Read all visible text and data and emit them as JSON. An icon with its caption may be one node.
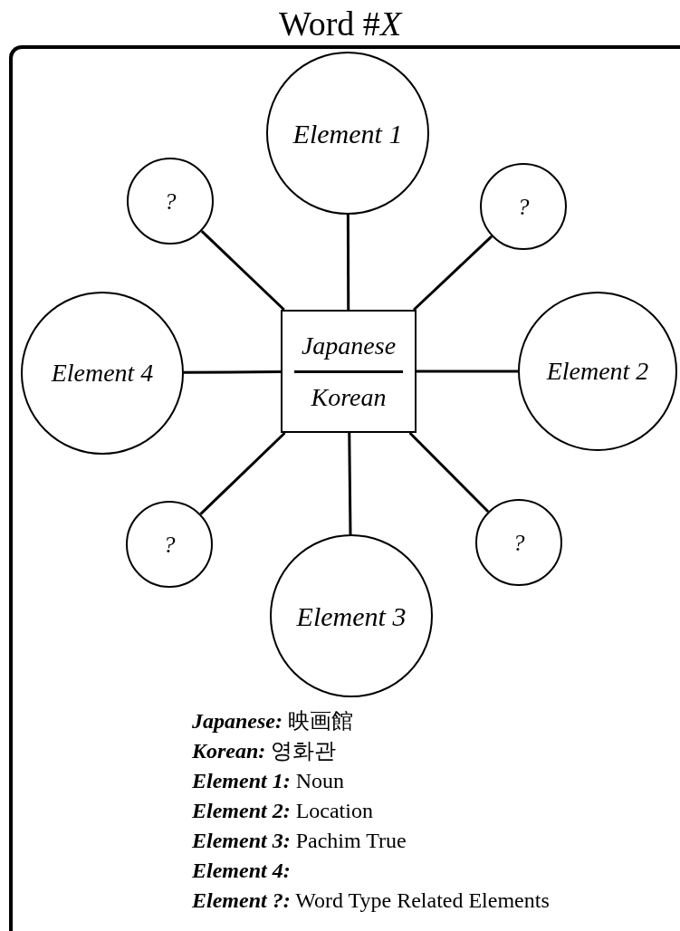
{
  "diagram": {
    "title": "Word #*X*",
    "nodes": [
      {
        "text": [
          "Element 1"
        ]
      },
      {
        "text": [
          "?"
        ]
      },
      {
        "text": [
          "?"
        ]
      },
      {
        "text": [
          "Element 4"
        ]
      },
      {
        "text": [
          "Japanese",
          "Korean"
        ]
      },
      {
        "text": [
          "Element 2"
        ]
      },
      {
        "text": [
          "?"
        ]
      },
      {
        "text": [
          "?"
        ]
      },
      {
        "text": [
          "Element 3"
        ]
      }
    ],
    "edges": [
      {
        "from": 4,
        "to": 0,
        "arrow": "none"
      },
      {
        "from": 4,
        "to": 1,
        "arrow": "none"
      },
      {
        "from": 4,
        "to": 2,
        "arrow": "none"
      },
      {
        "from": 4,
        "to": 3,
        "arrow": "none"
      },
      {
        "from": 4,
        "to": 5,
        "arrow": "none"
      },
      {
        "from": 4,
        "to": 6,
        "arrow": "none"
      },
      {
        "from": 4,
        "to": 7,
        "arrow": "none"
      },
      {
        "from": 4,
        "to": 8,
        "arrow": "none"
      }
    ],
    "labels": [
      "**Japanese:** 映画館",
      "**Korean:** 영화관",
      "**Element 1:** Noun",
      "**Element 2:** Location",
      "**Element 3:** Pachim True",
      "**Element 4:**",
      "**Element ?:** Word Type Related Elements"
    ]
  }
}
